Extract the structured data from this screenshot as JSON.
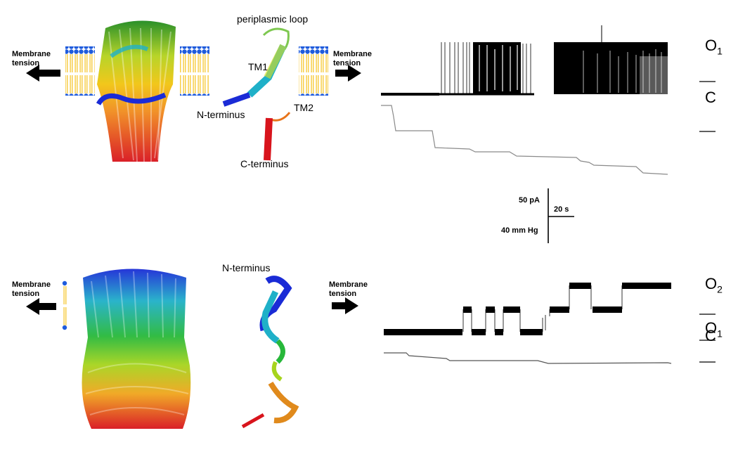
{
  "panel_top": {
    "left_force_label": [
      "Membrane",
      "tension"
    ],
    "right_force_label": [
      "Membrane",
      "tension"
    ],
    "structure_labels": {
      "periplasmic": "periplasmic loop",
      "tm1": "TM1",
      "tm2": "TM2",
      "n_terminus": "N-terminus",
      "c_terminus": "C-terminus"
    },
    "states": [
      {
        "main": "O",
        "sub": "1"
      },
      {
        "main": "C",
        "sub": ""
      }
    ]
  },
  "scale_bar": {
    "current": "50 pA",
    "time": "20 s",
    "pressure": "40 mm Hg"
  },
  "panel_bottom": {
    "left_force_label": [
      "Membrane",
      "tension"
    ],
    "right_force_label": [
      "Membrane",
      "tension"
    ],
    "structure_labels": {
      "n_terminus": "N-terminus"
    },
    "states": [
      {
        "main": "O",
        "sub": "2"
      },
      {
        "main": "O",
        "sub": "1"
      },
      {
        "main": "C",
        "sub": ""
      }
    ]
  },
  "colors": {
    "lipid_head": "#1e5bdc",
    "lipid_tail": "#f5c21b",
    "trace": "#000000",
    "pressure_trace": "#8a8a8a"
  }
}
